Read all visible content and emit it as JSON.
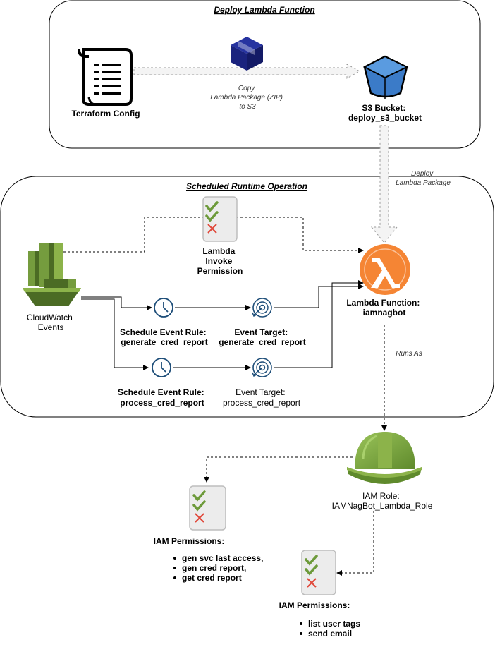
{
  "groups": {
    "deploy": {
      "title": "Deploy Lambda Function"
    },
    "runtime": {
      "title": "Scheduled Runtime Operation"
    }
  },
  "nodes": {
    "terraform": {
      "label": "Terraform Config",
      "icon": "scroll-icon"
    },
    "lambda_package": {
      "icon": "package-cube-icon"
    },
    "s3_bucket": {
      "line1": "S3 Bucket:",
      "line2": "deploy_s3_bucket",
      "icon": "s3-bucket-icon"
    },
    "cloudwatch": {
      "line1": "CloudWatch",
      "line2": "Events",
      "icon": "cloudwatch-icon"
    },
    "invoke_permission": {
      "line1": "Lambda",
      "line2": "Invoke",
      "line3": "Permission",
      "icon": "checklist-icon"
    },
    "lambda_function": {
      "line1": "Lambda Function:",
      "line2": "iamnagbot",
      "icon": "lambda-icon"
    },
    "rule_generate": {
      "line1": "Schedule Event Rule:",
      "line2": "generate_cred_report",
      "icon": "clock-icon"
    },
    "target_generate": {
      "line1": "Event Target:",
      "line2": "generate_cred_report",
      "icon": "target-icon"
    },
    "rule_process": {
      "line1": "Schedule Event Rule:",
      "line2": "process_cred_report",
      "icon": "clock-icon"
    },
    "target_process": {
      "line1": "Event Target:",
      "line2": "process_cred_report",
      "icon": "target-icon"
    },
    "iam_role": {
      "line1": "IAM Role:",
      "line2": "IAMNagBot_Lambda_Role",
      "icon": "hard-hat-icon"
    },
    "iam_permissions_1": {
      "title": "IAM Permissions:",
      "items": [
        "gen svc last access,",
        "gen cred report,",
        "get cred report"
      ],
      "icon": "checklist-icon"
    },
    "iam_permissions_2": {
      "title": "IAM Permissions:",
      "items": [
        "list user tags",
        "send email"
      ],
      "icon": "checklist-icon"
    }
  },
  "edges": {
    "copy": {
      "line1": "Copy",
      "line2": "Lambda Package (ZIP)",
      "line3": "to S3"
    },
    "deploy": {
      "line1": "Deploy",
      "line2": "Lambda Package"
    },
    "runs_as": {
      "label": "Runs As"
    }
  },
  "colors": {
    "lambda_orange": "#F58534",
    "cloudwatch_green": "#759C3E",
    "s3_blue": "#3B7BC8",
    "package_navy": "#1A237E",
    "check_green": "#6D9A3A",
    "cross_red": "#E0483A",
    "event_blue": "#1E4E79"
  }
}
